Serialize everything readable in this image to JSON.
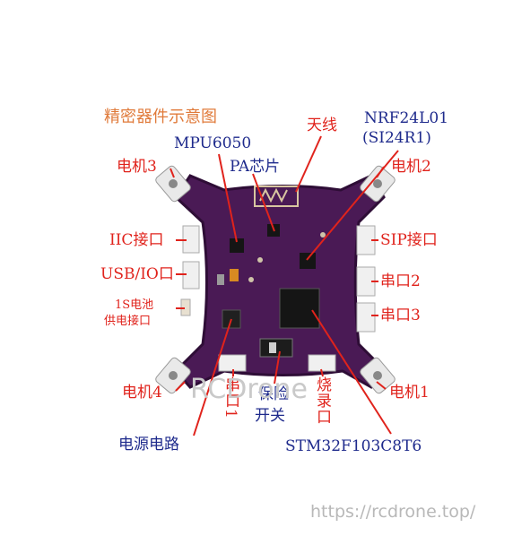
{
  "title": "精密器件示意图",
  "labels": {
    "antenna": "天线",
    "nrf": "NRF24L01",
    "si24r1": "(SI24R1)",
    "mpu": "MPU6050",
    "pa_chip": "PA芯片",
    "motor3": "电机3",
    "motor2": "电机2",
    "iic": "IIC接口",
    "sip": "SIP接口",
    "usb_io": "USB/IO口",
    "serial2": "串口2",
    "battery_line1": "1S电池",
    "battery_line2": "供电接口",
    "serial3": "串口3",
    "motor4": "电机4",
    "motor1": "电机1",
    "serial1": "串口1",
    "safety_line1": "保险",
    "safety_line2": "开关",
    "burn_port": "烧录口",
    "power_circuit": "电源电路",
    "mcu": "STM32F103C8T6"
  },
  "watermark": {
    "brand": "RCDrone",
    "url": "https://rcdrone.top/"
  },
  "colors": {
    "pcb": "#4a1a55",
    "pcb_edge": "#2e0d36",
    "red_label": "#e0231c",
    "blue_label": "#1e2a8c",
    "title": "#e07a3a"
  }
}
